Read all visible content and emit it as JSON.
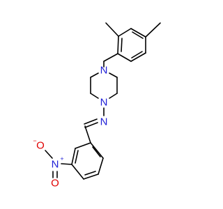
{
  "molecule": {
    "atoms": {
      "piperazine_n_top": {
        "symbol": "N",
        "color": "#1f1fd6"
      },
      "piperazine_n_bottom": {
        "symbol": "N",
        "color": "#1f1fd6"
      },
      "imine_n": {
        "symbol": "N",
        "color": "#1f1fd6"
      },
      "nitro_n": {
        "symbol": "N",
        "color": "#1f1fd6",
        "charge": "+"
      },
      "nitro_o_single": {
        "symbol": "O",
        "color": "#e00000",
        "charge": "−"
      },
      "nitro_o_double": {
        "symbol": "O",
        "color": "#e00000"
      }
    },
    "bond_color": "#000000"
  }
}
